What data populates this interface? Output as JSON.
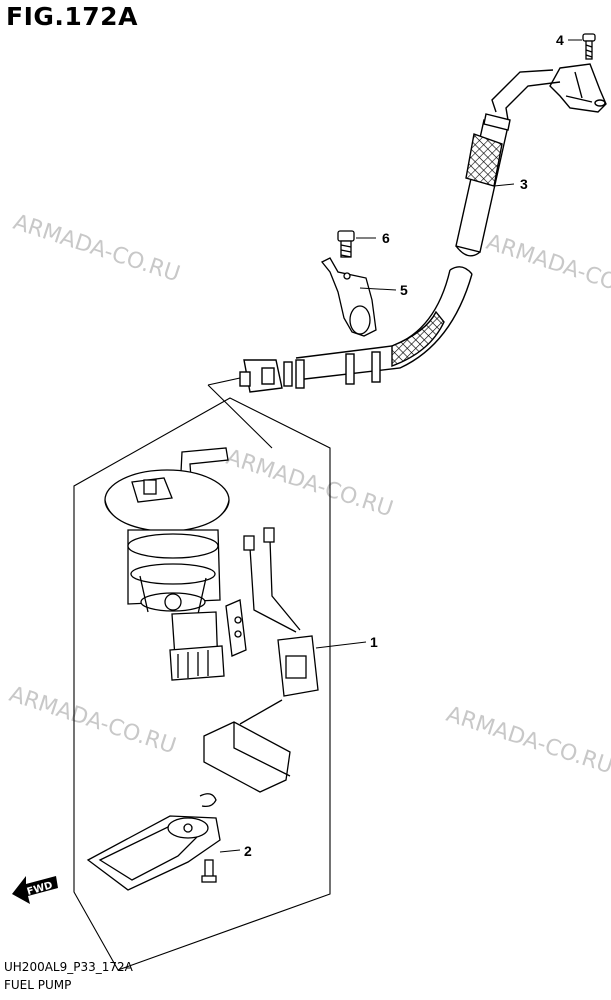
{
  "figure": {
    "title": "FIG.172A",
    "code": "UH200AL9_P33_172A",
    "name": "FUEL PUMP"
  },
  "callouts": [
    {
      "id": "1",
      "label": "1"
    },
    {
      "id": "2",
      "label": "2"
    },
    {
      "id": "3",
      "label": "3"
    },
    {
      "id": "4",
      "label": "4"
    },
    {
      "id": "5",
      "label": "5"
    },
    {
      "id": "6",
      "label": "6"
    }
  ],
  "watermark": "ARMADA-CO.RU",
  "fwd_label": "FWD"
}
